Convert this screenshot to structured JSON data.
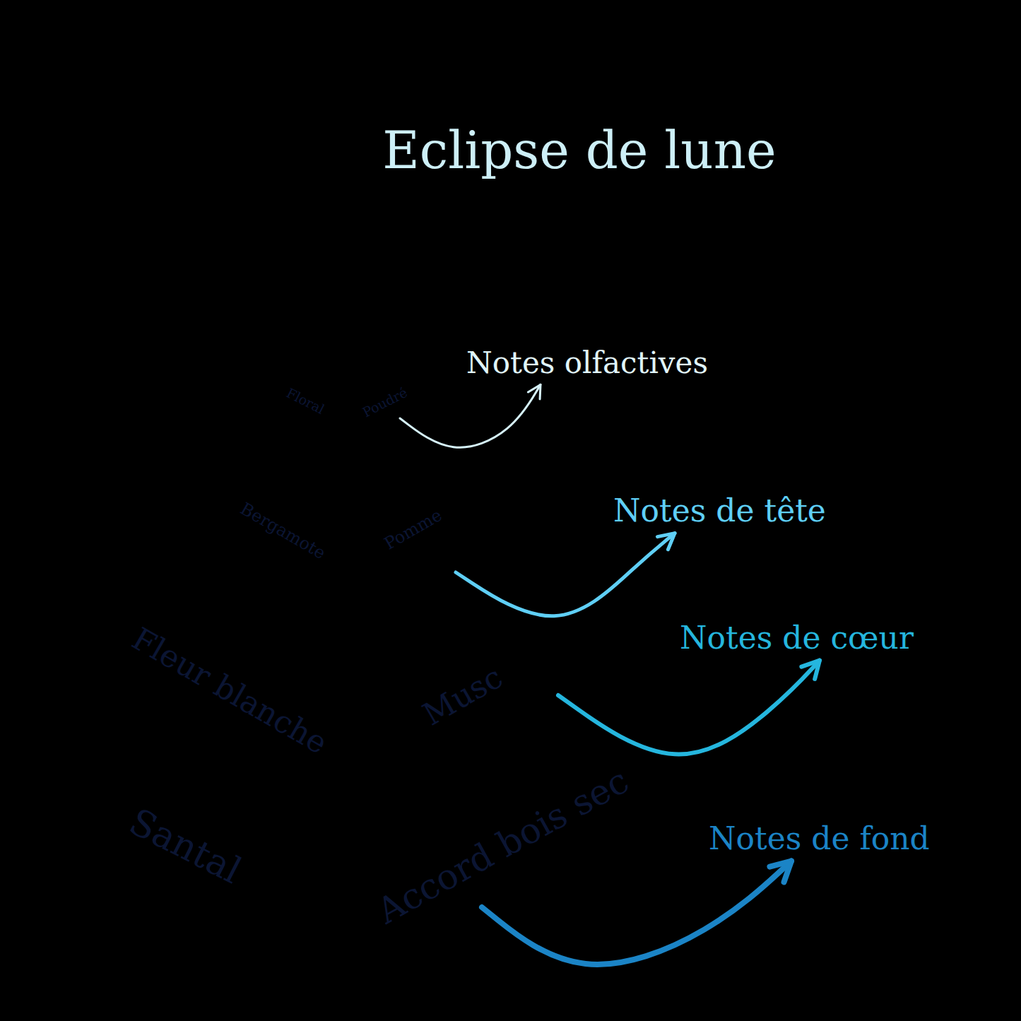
{
  "diagram": {
    "title": "Eclipse de lune",
    "nodes": [
      {
        "text": [
          "Floral",
          "Poudré"
        ]
      },
      {
        "text": [
          "Bergamote",
          "Pomme"
        ]
      },
      {
        "text": [
          "Fleur blanche",
          "Musc"
        ]
      },
      {
        "text": [
          "Santal",
          "Accord bois sec"
        ]
      },
      {
        "text": [
          "Notes olfactives"
        ]
      },
      {
        "text": [
          "Notes de tête"
        ]
      },
      {
        "text": [
          "Notes de cœur"
        ]
      },
      {
        "text": [
          "Notes de fond"
        ]
      }
    ],
    "edges": [
      {
        "from": 0,
        "to": 4,
        "arrow": "to"
      },
      {
        "from": 1,
        "to": 5,
        "arrow": "to"
      },
      {
        "from": 2,
        "to": 6,
        "arrow": "to"
      },
      {
        "from": 3,
        "to": 7,
        "arrow": "to"
      }
    ]
  }
}
